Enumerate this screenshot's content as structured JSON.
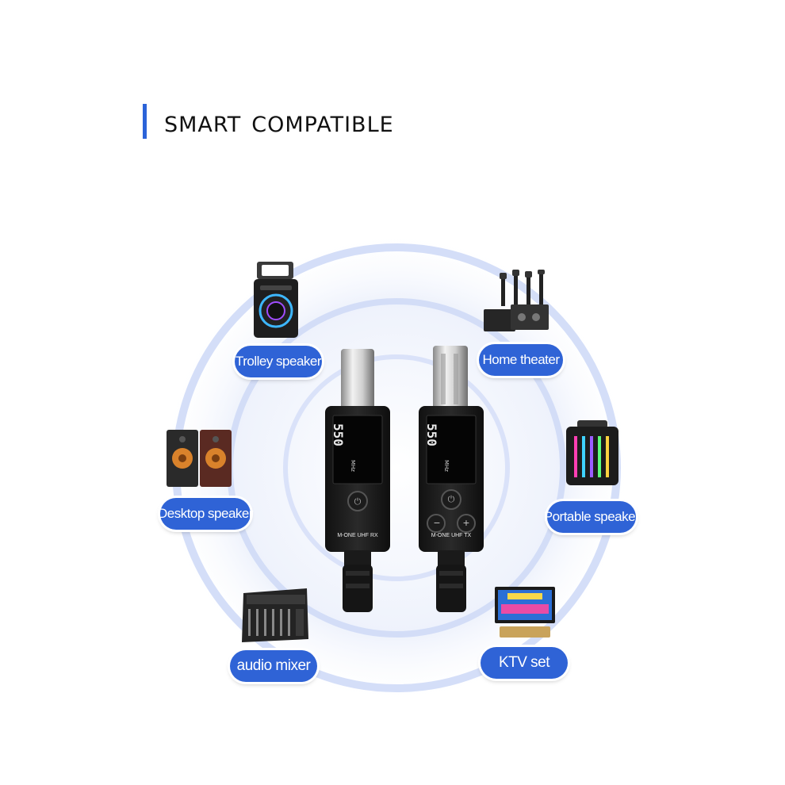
{
  "heading": {
    "title": "Smart compatible"
  },
  "colors": {
    "accent": "#2f63d6",
    "ring": "#b8c8f4",
    "text": "#111111"
  },
  "devices": {
    "trolley_speaker": "Trolley speaker",
    "home_theater": "Home theater",
    "desktop_speaker": "Desktop speaker",
    "portable_speaker": "Portable speaker",
    "audio_mixer": "audio mixer",
    "ktv_set": "KTV set"
  },
  "receiver": {
    "frequency": "550",
    "unit": "MHz",
    "brand": "M-ONE",
    "band": "UHF",
    "mode": "RX"
  },
  "transmitter": {
    "frequency": "550",
    "unit": "MHz",
    "brand": "M-ONE",
    "band": "UHF",
    "mode": "TX"
  }
}
